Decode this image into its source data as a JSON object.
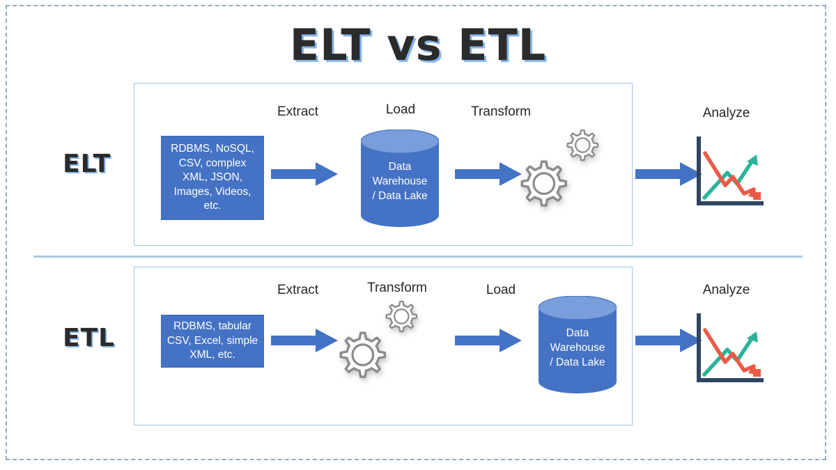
{
  "page": {
    "title": "ELT vs ETL",
    "background_color": "#ffffff",
    "frame_color": "#93a8c8",
    "panel_border_color": "#9dc3ea",
    "divider_color": "#a8c8e8",
    "accent_blue": "#4472c4",
    "title_shadow_color": "#86b6e8",
    "text_color": "#262626"
  },
  "rows": [
    {
      "label": "ELT",
      "captions": [
        "Extract",
        "Load",
        "Transform",
        "Analyze"
      ],
      "source_box": "RDBMS, NoSQL, CSV, complex XML, JSON, Images, Videos, etc.",
      "storage": "Data Warehouse / Data Lake",
      "storage_lines": [
        "Data",
        "Warehouse",
        "/ Data Lake"
      ],
      "order": [
        "source",
        "arrow",
        "storage",
        "arrow",
        "gears",
        "arrow",
        "chart"
      ]
    },
    {
      "label": "ETL",
      "captions": [
        "Extract",
        "Transform",
        "Load",
        "Analyze"
      ],
      "source_box": "RDBMS, tabular CSV, Excel, simple XML, etc.",
      "storage": "Data Warehouse / Data Lake",
      "storage_lines": [
        "Data",
        "Warehouse",
        "/ Data Lake"
      ],
      "order": [
        "source",
        "arrow",
        "gears",
        "arrow",
        "storage",
        "arrow",
        "chart"
      ]
    }
  ],
  "icons": {
    "gears": "gears-icon",
    "cylinder": "database-cylinder-icon",
    "arrow": "right-arrow-icon",
    "chart": "line-chart-icon"
  },
  "chart_icon": {
    "axis_color": "#2e4561",
    "up_line_color": "#2bb398",
    "down_line_color": "#eb5a46"
  }
}
